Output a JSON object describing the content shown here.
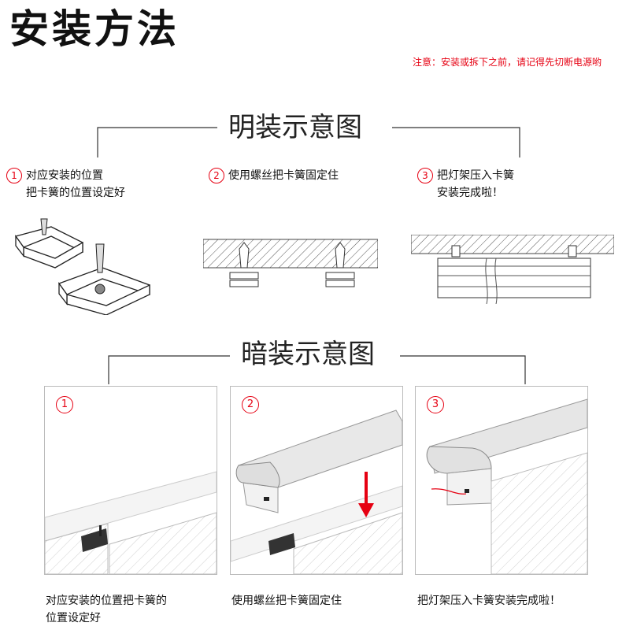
{
  "header": {
    "title": "安装方法",
    "notice": "注意：安装或拆下之前，请记得先切断电源哟"
  },
  "surface_mount": {
    "title": "明装示意图",
    "steps": [
      {
        "num": "1",
        "line1": "对应安装的位置",
        "line2": "把卡簧的位置设定好"
      },
      {
        "num": "2",
        "line1": "使用螺丝把卡簧固定住",
        "line2": ""
      },
      {
        "num": "3",
        "line1": "把灯架压入卡簧",
        "line2": "安装完成啦！"
      }
    ]
  },
  "recessed_mount": {
    "title": "暗装示意图",
    "panels": [
      {
        "num": "1",
        "caption1": "对应安装的位置把卡簧的",
        "caption2": "位置设定好"
      },
      {
        "num": "2",
        "caption1": "使用螺丝把卡簧固定住",
        "caption2": ""
      },
      {
        "num": "3",
        "caption1": "把灯架压入卡簧安装完成啦！",
        "caption2": ""
      }
    ]
  },
  "colors": {
    "accent": "#e60012",
    "line": "#333333"
  }
}
